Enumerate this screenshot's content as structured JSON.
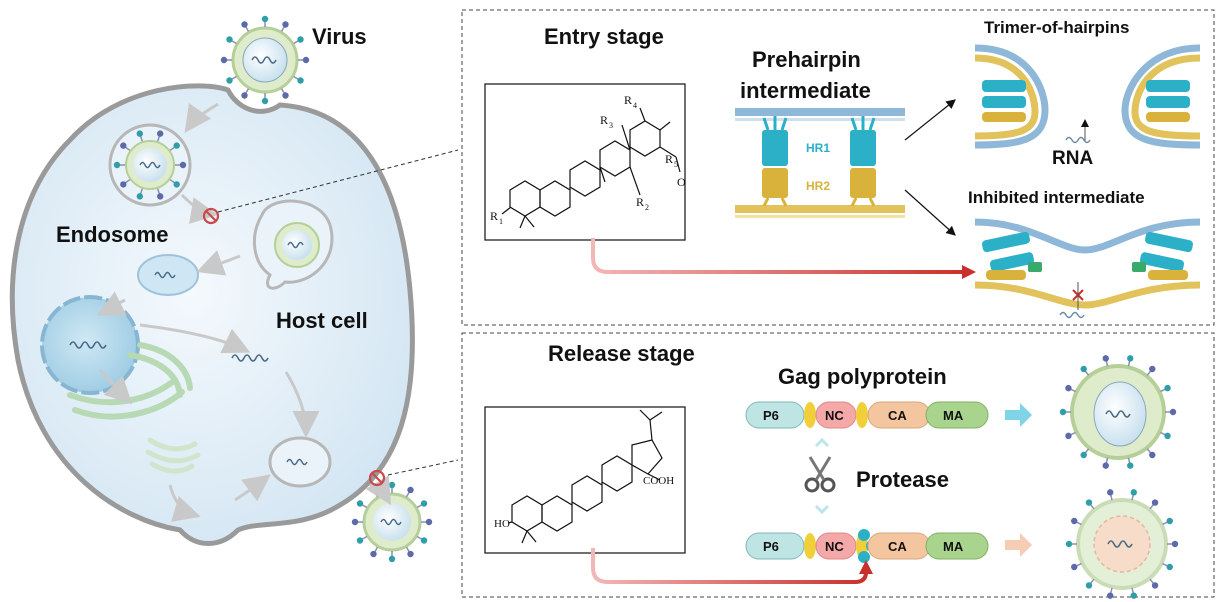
{
  "cell": {
    "virus_label": "Virus",
    "endosome_label": "Endosome",
    "host_cell_label": "Host cell"
  },
  "entry": {
    "title": "Entry stage",
    "prehairpin_line1": "Prehairpin",
    "prehairpin_line2": "intermediate",
    "hr1": "HR1",
    "hr2": "HR2",
    "trimer_label": "Trimer-of-hairpins",
    "rna_label": "RNA",
    "inhibited_label": "Inhibited intermediate",
    "substituents": [
      "R",
      "R",
      "R",
      "R",
      "R"
    ],
    "substituent_numbers": [
      "1",
      "2",
      "3",
      "4",
      "5"
    ],
    "carbonyl_o": "O"
  },
  "release": {
    "title": "Release stage",
    "gag_label": "Gag polyprotein",
    "protease_label": "Protease",
    "domains": [
      "P6",
      "NC",
      "CA",
      "MA"
    ],
    "cooh": "COOH",
    "ho": "HO"
  },
  "colors": {
    "membrane_blue": "#8fb8d8",
    "membrane_yellow": "#e2c25a",
    "hr1_cyan": "#2bb0c8",
    "hr2_gold": "#d9b23c",
    "arrow_red": "#c9302c",
    "p6": "#bfe4e4",
    "nc": "#f4a8a8",
    "ca": "#f3c6a0",
    "ma": "#a9d48e"
  }
}
